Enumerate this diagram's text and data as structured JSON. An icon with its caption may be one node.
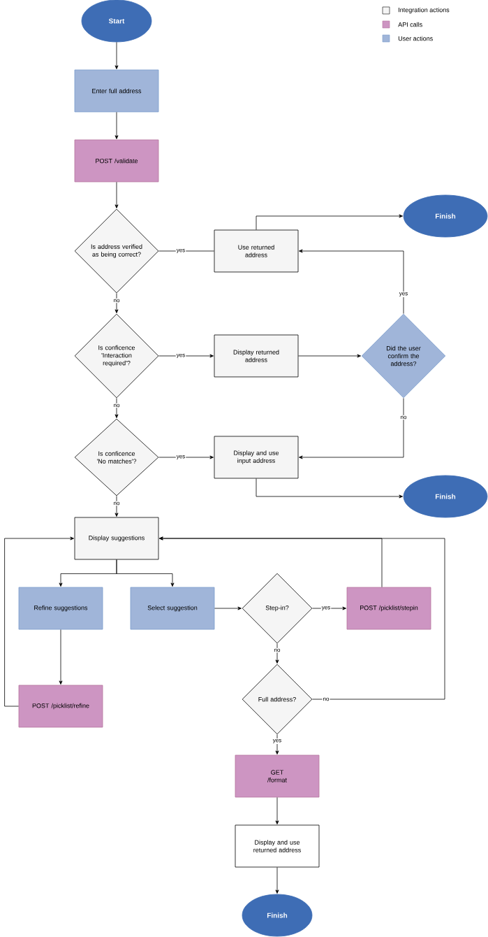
{
  "diagram": {
    "nodes": [
      {
        "text": [
          "Start"
        ]
      },
      {
        "text": [
          "Enter full address"
        ]
      },
      {
        "text": [
          "POST /validate"
        ]
      },
      {
        "text": [
          "Is address verified as being correct?"
        ]
      },
      {
        "text": [
          "Use returned address"
        ]
      },
      {
        "text": [
          "Finish"
        ]
      },
      {
        "text": [
          "Is conficence 'Interaction required'?"
        ]
      },
      {
        "text": [
          "Display returned address"
        ]
      },
      {
        "text": [
          "Did the user confirm the address?"
        ]
      },
      {
        "text": [
          "Is conficence 'No matches'?"
        ]
      },
      {
        "text": [
          "Display and use input address"
        ]
      },
      {
        "text": [
          "Finish"
        ]
      },
      {
        "text": [
          "Display suggestions"
        ]
      },
      {
        "text": [
          "Refine suggestions"
        ]
      },
      {
        "text": [
          "Select suggestion"
        ]
      },
      {
        "text": [
          "Step-in?"
        ]
      },
      {
        "text": [
          "POST /picklist/stepin"
        ]
      },
      {
        "text": [
          "POST /picklist/refine"
        ]
      },
      {
        "text": [
          "Full address?"
        ]
      },
      {
        "text": [
          "GET /format"
        ]
      },
      {
        "text": [
          "Display and use returned address"
        ]
      },
      {
        "text": [
          "Finish"
        ]
      }
    ],
    "edges": [
      {
        "from": 0,
        "to": 1,
        "arrow": "to"
      },
      {
        "from": 1,
        "to": 2,
        "arrow": "to"
      },
      {
        "from": 2,
        "to": 3,
        "arrow": "to"
      },
      {
        "from": 3,
        "to": 4,
        "arrow": "none",
        "label": "yes"
      },
      {
        "from": 4,
        "to": 5,
        "arrow": "to"
      },
      {
        "from": 3,
        "to": 6,
        "arrow": "to",
        "label": "no"
      },
      {
        "from": 6,
        "to": 7,
        "arrow": "to",
        "label": "yes"
      },
      {
        "from": 7,
        "to": 8,
        "arrow": "to"
      },
      {
        "from": 8,
        "to": 4,
        "arrow": "to",
        "label": "yes"
      },
      {
        "from": 6,
        "to": 9,
        "arrow": "to",
        "label": "no"
      },
      {
        "from": 9,
        "to": 10,
        "arrow": "to",
        "label": "yes"
      },
      {
        "from": 8,
        "to": 10,
        "arrow": "to",
        "label": "no"
      },
      {
        "from": 10,
        "to": 11,
        "arrow": "to"
      },
      {
        "from": 9,
        "to": 12,
        "arrow": "to",
        "label": "no"
      },
      {
        "from": 12,
        "to": 13,
        "arrow": "to"
      },
      {
        "from": 12,
        "to": 14,
        "arrow": "to"
      },
      {
        "from": 13,
        "to": 17,
        "arrow": "to"
      },
      {
        "from": 17,
        "to": 12,
        "arrow": "to"
      },
      {
        "from": 14,
        "to": 15,
        "arrow": "to"
      },
      {
        "from": 15,
        "to": 16,
        "arrow": "to",
        "label": "yes"
      },
      {
        "from": 16,
        "to": 12,
        "arrow": "to"
      },
      {
        "from": 15,
        "to": 18,
        "arrow": "to",
        "label": "no"
      },
      {
        "from": 18,
        "to": 12,
        "arrow": "to",
        "label": "no"
      },
      {
        "from": 18,
        "to": 19,
        "arrow": "to",
        "label": "yes"
      },
      {
        "from": 19,
        "to": 20,
        "arrow": "to"
      },
      {
        "from": 20,
        "to": 21,
        "arrow": "to"
      }
    ],
    "legend": [
      {
        "text": "Integration actions",
        "color": "#f5f5f5"
      },
      {
        "text": "API calls",
        "color": "#cd95c2"
      },
      {
        "text": "User actions",
        "color": "#a0b5d9"
      }
    ]
  }
}
